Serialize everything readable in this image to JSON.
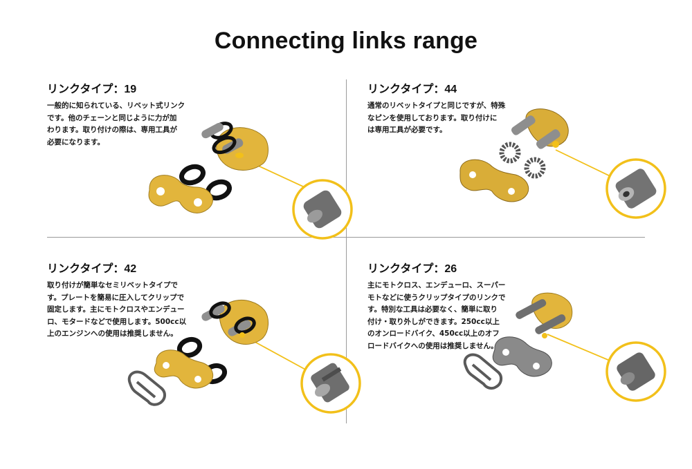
{
  "page": {
    "title": "Connecting links range"
  },
  "colors": {
    "accent_yellow": "#f2c01a",
    "gold_plate": "#e2b53c",
    "steel_pin": "#7f7f7f",
    "divider": "#9a9a9a"
  },
  "panels": [
    {
      "title": "リンクタイプ：19",
      "lines": [
        "一般的に知られている、リベット式リンク",
        "です。他のチェーンと同じように力が加",
        "わります。取り付けの際は、専用工具が",
        "必要になります。"
      ],
      "icon": "rivet-link-image"
    },
    {
      "title": "リンクタイプ：44",
      "lines": [
        "通常のリベットタイプと同じですが、特殊",
        "なピンを使用しております。取り付けに",
        "は専用工具が必要です。"
      ],
      "icon": "hollow-rivet-link-image"
    },
    {
      "title": "リンクタイプ：42",
      "lines": [
        "取り付けが簡単なセミリベットタイプで",
        "す。プレートを簡易に圧入してクリップで",
        "固定します。主にモトクロスやエンデュー",
        "ロ、モタードなどで使用します。500cc以",
        "上のエンジンへの使用は推奨しません。"
      ],
      "icon": "semi-rivet-clip-link-image"
    },
    {
      "title": "リンクタイプ：26",
      "lines": [
        "主にモトクロス、エンデューロ、スーパー",
        "モトなどに使うクリップタイプのリンクで",
        "す。特別な工具は必要なく、簡単に取り",
        "付け・取り外しができます。250cc以上",
        "のオンロードバイク、450cc以上のオフ",
        "ロードバイクへの使用は推奨しません。"
      ],
      "icon": "clip-link-image"
    }
  ]
}
